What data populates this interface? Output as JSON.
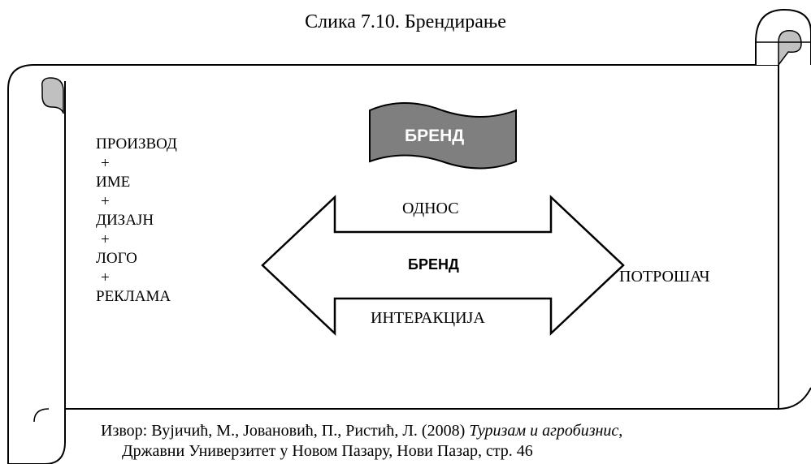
{
  "figure": {
    "title": "Слика 7.10. Брендирање"
  },
  "left_list": {
    "items": [
      "ПРОИЗВОД",
      "+",
      "ИМЕ",
      "+",
      "ДИЗАЈН",
      "+",
      "ЛОГО",
      "+",
      "РЕКЛАМА"
    ]
  },
  "banner": {
    "label": "БРЕНД",
    "fill": "#7f7f7f"
  },
  "arrow": {
    "top_label": "ОДНОС",
    "center_label": "БРЕНД",
    "bottom_label": "ИНТЕРАКЦИЈА"
  },
  "consumer": {
    "label": "ПОТРОШАЧ"
  },
  "scroll": {
    "curl_color": "#c0c0c0"
  },
  "source": {
    "prefix": "Извор: Вујичић, М., Јовановић, П., Ристић, Л. (2008) ",
    "italic": "Туризам и  агробизнис",
    "suffix": ",",
    "line2": "Државни Универзитет у Новом Пазару, Нови Пазар, стр. 46"
  }
}
